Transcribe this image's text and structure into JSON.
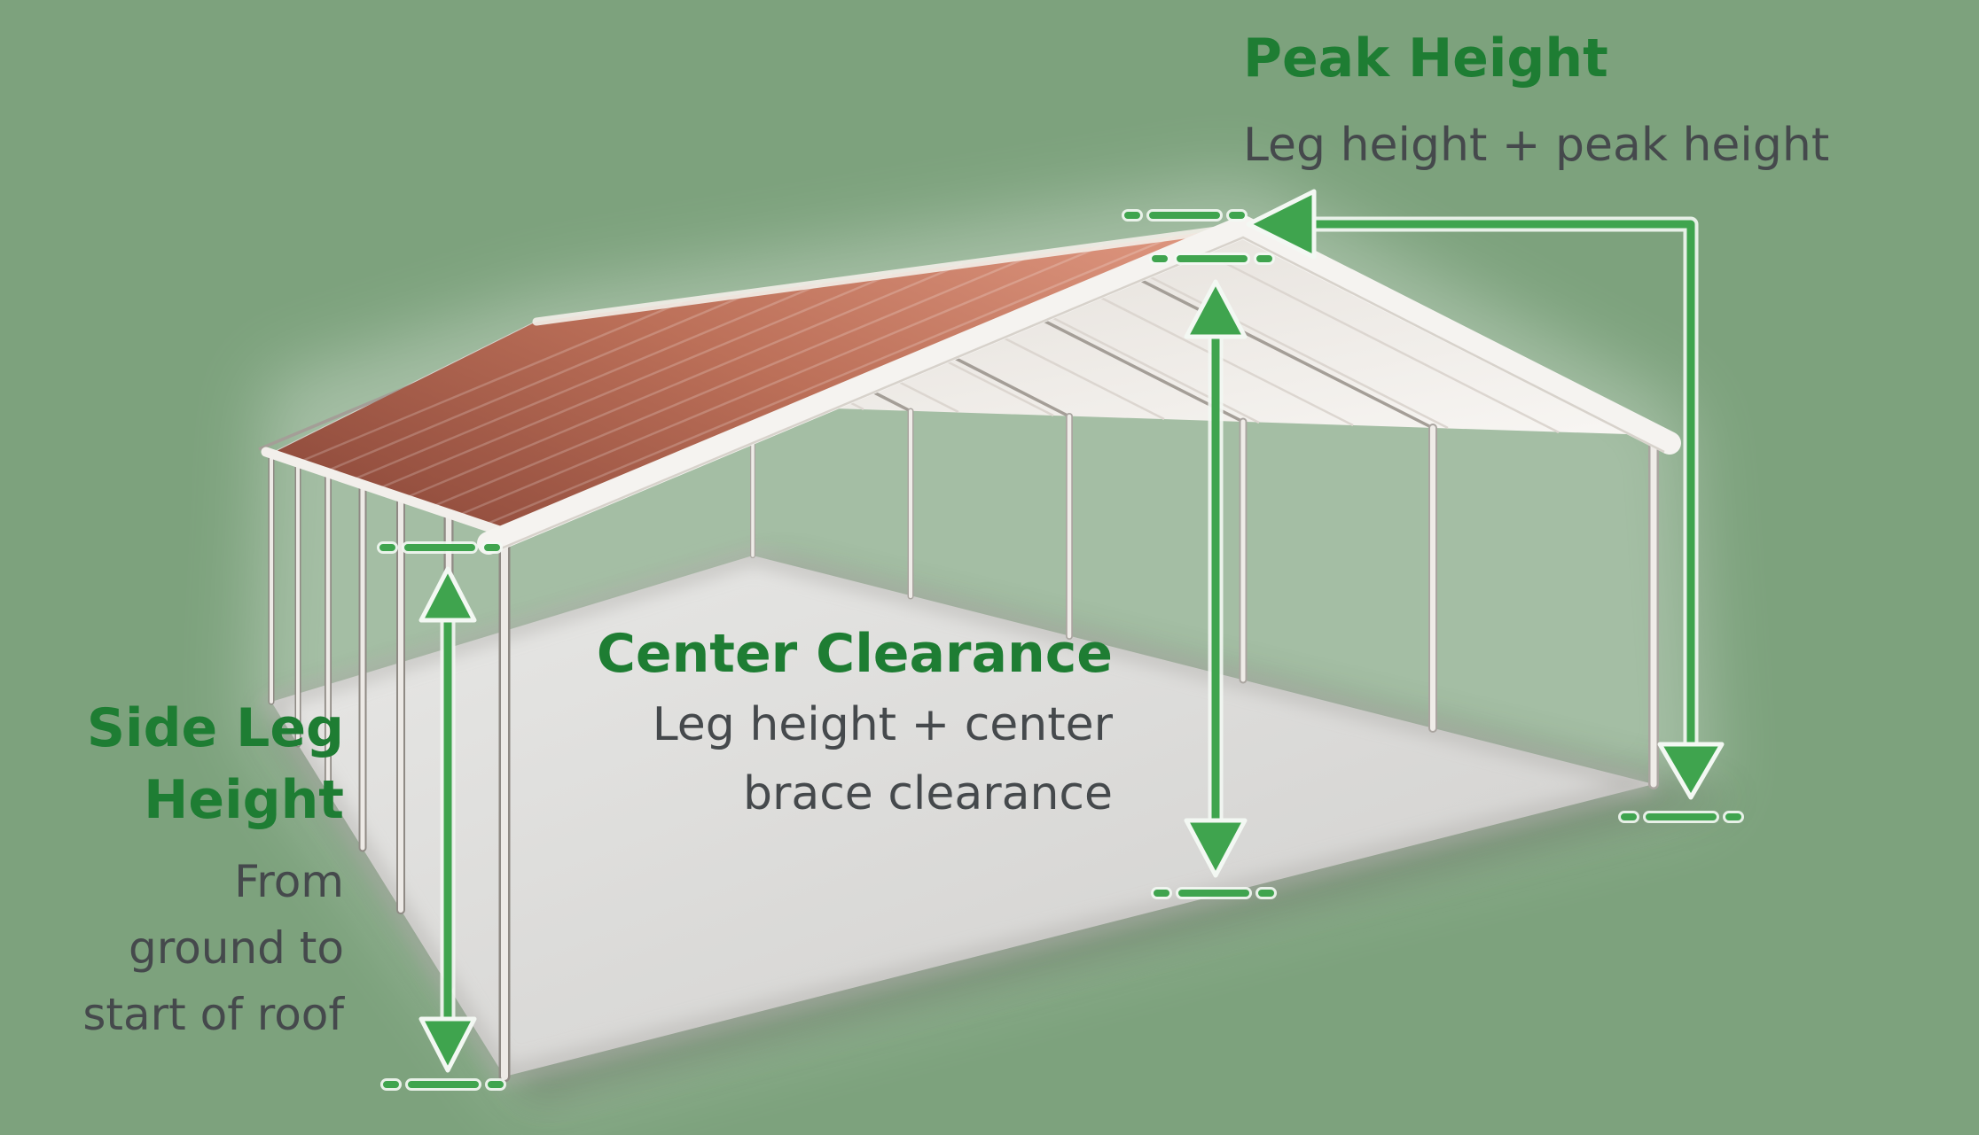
{
  "colors": {
    "background": "#7da27d",
    "heading_green": "#1e7d33",
    "subtitle_gray": "#45494c",
    "arrow_green": "#3fa44e",
    "arrow_outline": "#f3f8f3",
    "roof_dark": "#8e4a3b",
    "roof_mid": "#bb6f58",
    "roof_light": "#dd957e"
  },
  "annotations": {
    "peak_height": {
      "title": "Peak Height",
      "subtitle": "Leg height + peak height"
    },
    "center_clearance": {
      "title": "Center Clearance",
      "subtitle_lines": [
        "Leg height + center",
        "brace clearance"
      ]
    },
    "side_leg_height": {
      "title_lines": [
        "Side Leg",
        "Height"
      ],
      "subtitle_lines": [
        "From",
        "ground to",
        "start of roof"
      ]
    }
  }
}
